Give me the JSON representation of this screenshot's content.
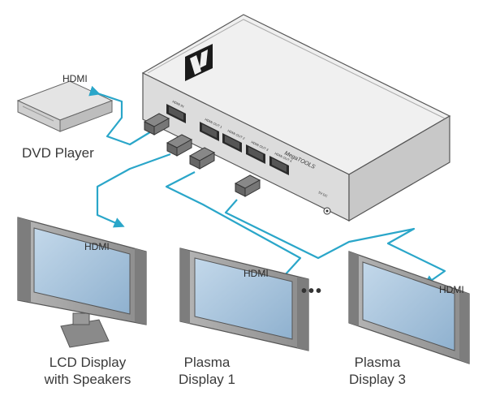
{
  "devices": {
    "dvd_player": {
      "label": "DVD Player"
    },
    "lcd_display": {
      "line1": "LCD Display",
      "line2": "with Speakers"
    },
    "plasma_1": {
      "line1": "Plasma",
      "line2": "Display 1"
    },
    "plasma_3": {
      "line1": "Plasma",
      "line2": "Display 3"
    }
  },
  "cables": {
    "dvd_label": "HDMI",
    "lcd_label": "HDMI",
    "plasma1_label": "HDMI",
    "plasma3_label": "HDMI"
  },
  "ellipsis": "•••",
  "colors": {
    "cable": "#2aa6c9",
    "box_top": "#f2f2f2",
    "box_front": "#dcdcdc",
    "screen": "#a9c6de",
    "bezel": "#9a9a9a"
  },
  "icons": [
    "kramer-logo-icon",
    "hdmi-connector-icon",
    "arrow-icon"
  ]
}
